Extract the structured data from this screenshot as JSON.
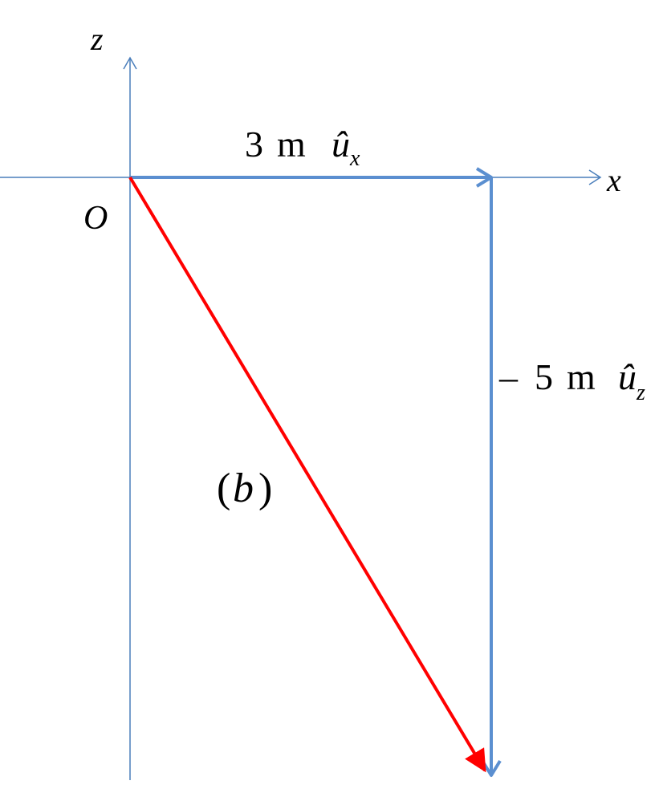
{
  "axes": {
    "x_label": "x",
    "z_label": "z",
    "origin_label": "O"
  },
  "vectors": {
    "x_component": {
      "coefficient": "3",
      "unit": "m",
      "unit_vector": "û",
      "subscript": "x"
    },
    "z_component": {
      "sign": "–",
      "coefficient": "5",
      "unit": "m",
      "unit_vector": "û",
      "subscript": "z"
    },
    "resultant": {
      "label_open": "(",
      "label_var": "b",
      "label_close": ")"
    }
  },
  "colors": {
    "axis": "#4a7ebb",
    "component": "#5b8fd0",
    "resultant": "#ff0000"
  }
}
